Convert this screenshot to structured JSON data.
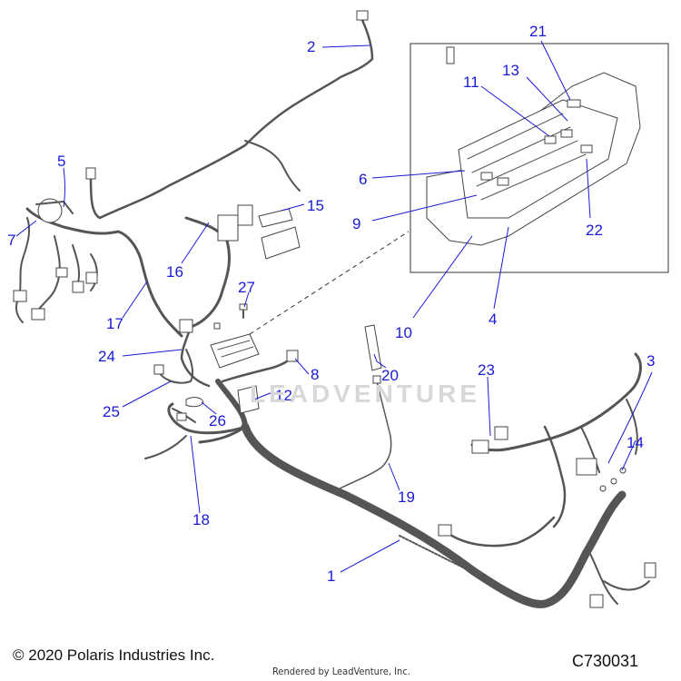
{
  "footer": {
    "copyright": "© 2020 Polaris Industries Inc.",
    "rendered_by": "Rendered by LeadVenture, Inc.",
    "diagram_code": "C730031"
  },
  "watermark": "LEADVENTURE",
  "callouts": {
    "c1": "1",
    "c2": "2",
    "c3": "3",
    "c4": "4",
    "c5": "5",
    "c6": "6",
    "c7": "7",
    "c8": "8",
    "c9": "9",
    "c10": "10",
    "c11": "11",
    "c12": "12",
    "c13": "13",
    "c14": "14",
    "c15": "15",
    "c16": "16",
    "c17": "17",
    "c18": "18",
    "c19": "19",
    "c20": "20",
    "c21": "21",
    "c22": "22",
    "c23": "23",
    "c24": "24",
    "c25": "25",
    "c26": "26",
    "c27": "27"
  },
  "colors": {
    "callout": "#1a1ad6",
    "line": "#555555"
  }
}
